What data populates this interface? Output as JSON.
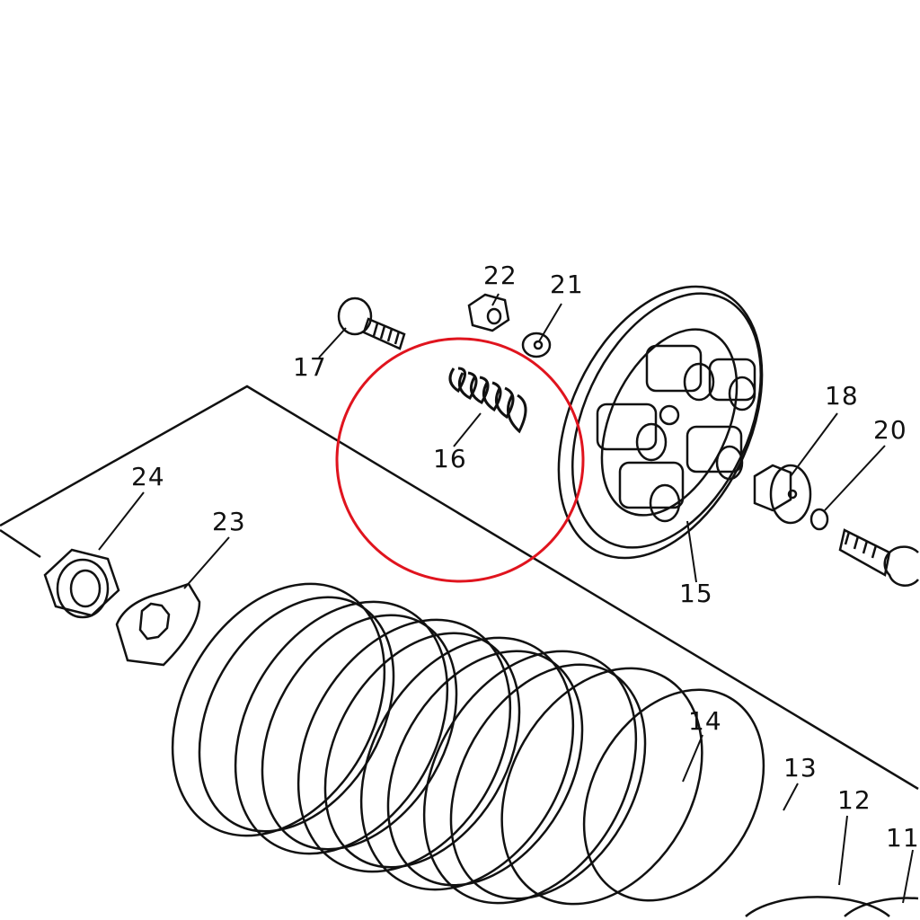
{
  "diagram": {
    "labels": {
      "p22": "22",
      "p21": "21",
      "p17": "17",
      "p16": "16",
      "p18": "18",
      "p20": "20",
      "p24": "24",
      "p23": "23",
      "p15": "15",
      "p14": "14",
      "p13": "13",
      "p12": "12",
      "p11": "11"
    },
    "highlight_color": "#e0141e",
    "line_color": "#111111"
  }
}
